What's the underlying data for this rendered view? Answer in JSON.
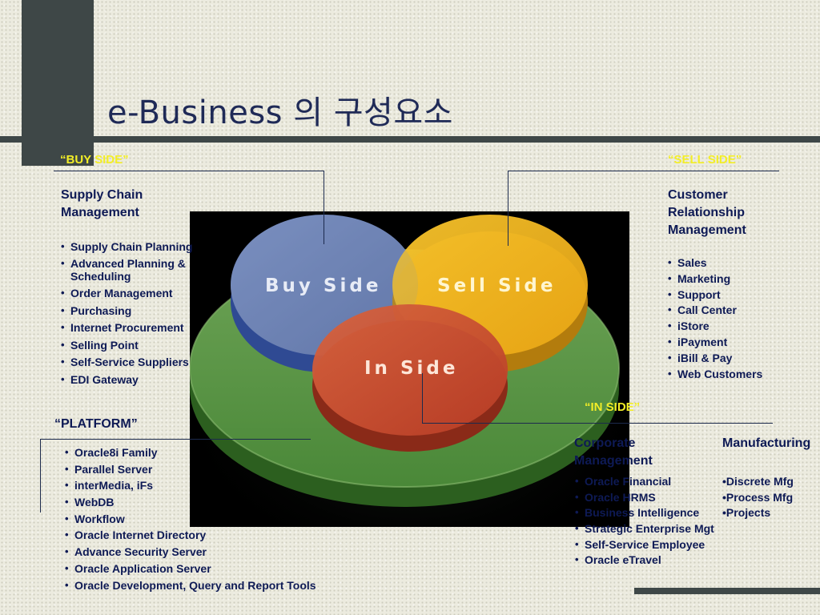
{
  "title": "e-Business 의 구성요소",
  "labels": {
    "buy_side": "“BUY SIDE”",
    "sell_side": "“SELL SIDE”",
    "in_side": "“IN SIDE”",
    "platform": "“PLATFORM”"
  },
  "diagram": {
    "buy": "Buy Side",
    "sell": "Sell Side",
    "in": "In Side"
  },
  "buy_side": {
    "heading_line1": "Supply Chain",
    "heading_line2": "Management",
    "items": [
      "Supply Chain Planning",
      "Advanced Planning & Scheduling",
      "Order Management",
      "Purchasing",
      "Internet Procurement",
      "Selling Point",
      "Self-Service Suppliers",
      "EDI Gateway"
    ]
  },
  "sell_side": {
    "heading_line1": "Customer",
    "heading_line2": "Relationship",
    "heading_line3": "Management",
    "items": [
      "Sales",
      "Marketing",
      "Support",
      "Call Center",
      "iStore",
      "iPayment",
      "iBill & Pay",
      "Web Customers"
    ]
  },
  "platform": {
    "items": [
      "Oracle8i Family",
      "Parallel Server",
      "interMedia, iFs",
      "WebDB",
      "Workflow",
      "Oracle Internet Directory",
      "Advance Security Server",
      "Oracle Application Server",
      "Oracle Development, Query and Report Tools"
    ]
  },
  "in_side": {
    "corporate_line1": "Corporate",
    "corporate_line2": "Management",
    "corporate_items": [
      "Oracle Financial",
      "Oracle HRMS",
      "Business Intelligence",
      "Strategic Enterprise Mgt",
      "Self-Service Employee",
      "Oracle eTravel"
    ],
    "manufacturing_heading": "Manufacturing",
    "manufacturing_items": [
      "•Discrete  Mfg",
      "•Process Mfg",
      "•Projects"
    ]
  },
  "colors": {
    "title": "#1f2a57",
    "label_yellow": "#f3ee27",
    "text_navy": "#0e1a55",
    "buy": "#4f6fc0",
    "sell": "#f0b21c",
    "in": "#c2452c",
    "platform": "#3d7e2c"
  }
}
